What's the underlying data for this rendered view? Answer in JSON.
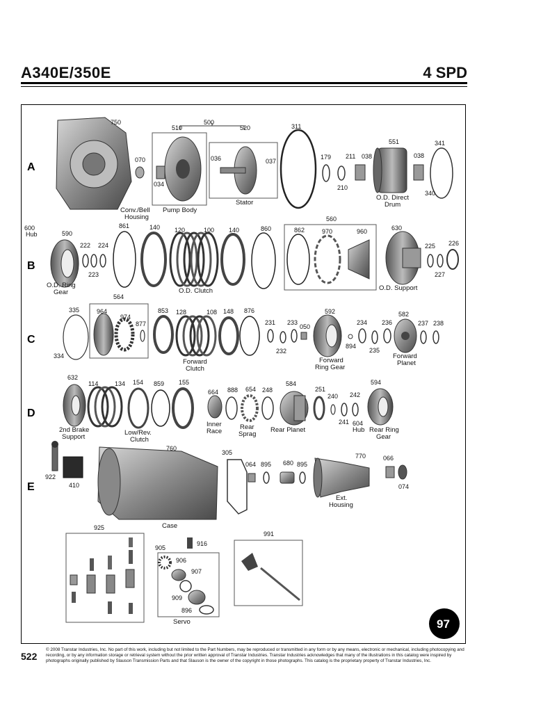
{
  "header": {
    "title": "A340E/350E",
    "speeds": "4 SPD"
  },
  "rows": [
    "A",
    "B",
    "C",
    "D",
    "E"
  ],
  "row_a": {
    "parts": [
      "750",
      "070",
      "034",
      "500",
      "510",
      "520",
      "036",
      "037",
      "311",
      "179",
      "211",
      "038",
      "210",
      "551",
      "038",
      "341",
      "340"
    ],
    "labels": {
      "housing": [
        "Conv./Bell",
        "Housing"
      ],
      "pump_body": "Pump Body",
      "stator": "Stator",
      "od_drum": [
        "O.D. Direct",
        "Drum"
      ]
    }
  },
  "row_b": {
    "parts": [
      "600",
      "Hub",
      "590",
      "222",
      "224",
      "223",
      "861",
      "140",
      "120",
      "100",
      "140",
      "860",
      "560",
      "862",
      "970",
      "960",
      "630",
      "225",
      "226",
      "227"
    ],
    "labels": {
      "od_ring_gear": [
        "O.D. Ring",
        "Gear"
      ],
      "od_clutch": "O.D. Clutch",
      "od_support": "O.D. Support"
    }
  },
  "row_c": {
    "parts": [
      "335",
      "334",
      "564",
      "964",
      "974",
      "877",
      "853",
      "128",
      "108",
      "148",
      "876",
      "231",
      "233",
      "050",
      "232",
      "592",
      "894",
      "234",
      "235",
      "236",
      "582",
      "237",
      "238"
    ],
    "labels": {
      "forward_clutch": [
        "Forward",
        "Clutch"
      ],
      "forward_ring_gear": [
        "Forward",
        "Ring Gear"
      ],
      "forward_planet": [
        "Forward",
        "Planet"
      ]
    }
  },
  "row_d": {
    "parts": [
      "632",
      "114",
      "134",
      "154",
      "859",
      "155",
      "664",
      "888",
      "654",
      "248",
      "584",
      "251",
      "240",
      "242",
      "594",
      "241",
      "604",
      "Hub"
    ],
    "labels": {
      "second_brake": [
        "2nd Brake",
        "Support"
      ],
      "low_rev_clutch": [
        "Low/Rev.",
        "Clutch"
      ],
      "inner_race": [
        "Inner",
        "Race"
      ],
      "rear_sprag": [
        "Rear",
        "Sprag"
      ],
      "rear_planet": "Rear Planet",
      "rear_ring_gear": [
        "Rear Ring",
        "Gear"
      ]
    }
  },
  "row_e": {
    "parts": [
      "922",
      "410",
      "760",
      "305",
      "064",
      "895",
      "680",
      "895",
      "770",
      "066",
      "074"
    ],
    "labels": {
      "case": "Case",
      "ext_housing": [
        "Ext.",
        "Housing"
      ]
    }
  },
  "bottom": {
    "parts": [
      "925",
      "905",
      "916",
      "906",
      "907",
      "909",
      "896",
      "991"
    ],
    "labels": {
      "servo": "Servo"
    }
  },
  "badge": "97",
  "footer": {
    "page_number": "522",
    "copyright": "© 2008 Transtar Industries, Inc. No part of this work, including but not limited to the Part Numbers, may be reproduced or transmitted in any form or by any means, electronic or mechanical, including photocopying and recording, or by any information storage or retrieval system without the prior written approval of Transtar Industries. Transtar Industries acknowledges that many of the illustrations in this catalog were inspired by photographs originally published by Slauson Transmission Parts and that Slauson is the owner of the copyright in those photographs. This catalog is the proprietary property of Transtar Industries, Inc."
  },
  "colors": {
    "ink": "#111111",
    "part_fill": "#9a9a9a",
    "part_dark": "#4a4a4a",
    "badge": "#000000"
  }
}
